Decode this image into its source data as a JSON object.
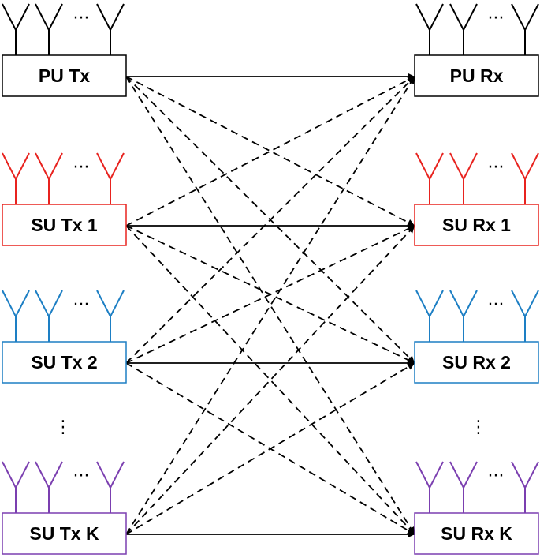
{
  "nodes": [
    {
      "id": "pu-tx",
      "label": "PU Tx",
      "color": "#000000",
      "side": "tx"
    },
    {
      "id": "su-tx-1",
      "label": "SU Tx 1",
      "color": "#e8231f",
      "side": "tx"
    },
    {
      "id": "su-tx-2",
      "label": "SU Tx 2",
      "color": "#1d7fc4",
      "side": "tx"
    },
    {
      "id": "su-tx-k",
      "label": "SU Tx K",
      "color": "#7b3fb0",
      "side": "tx"
    },
    {
      "id": "pu-rx",
      "label": "PU Rx",
      "color": "#000000",
      "side": "rx"
    },
    {
      "id": "su-rx-1",
      "label": "SU Rx 1",
      "color": "#e8231f",
      "side": "rx"
    },
    {
      "id": "su-rx-2",
      "label": "SU Rx 2",
      "color": "#1d7fc4",
      "side": "rx"
    },
    {
      "id": "su-rx-k",
      "label": "SU Rx K",
      "color": "#7b3fb0",
      "side": "rx"
    }
  ],
  "antenna_ellipsis": "···",
  "vertical_ellipsis": "⋮",
  "links": [
    {
      "from": "pu-tx",
      "to": "pu-rx",
      "style": "solid"
    },
    {
      "from": "su-tx-1",
      "to": "su-rx-1",
      "style": "solid"
    },
    {
      "from": "su-tx-2",
      "to": "su-rx-2",
      "style": "solid"
    },
    {
      "from": "su-tx-k",
      "to": "su-rx-k",
      "style": "solid"
    },
    {
      "from": "pu-tx",
      "to": "su-rx-1",
      "style": "dashed"
    },
    {
      "from": "pu-tx",
      "to": "su-rx-2",
      "style": "dashed"
    },
    {
      "from": "pu-tx",
      "to": "su-rx-k",
      "style": "dashed"
    },
    {
      "from": "su-tx-1",
      "to": "pu-rx",
      "style": "dashed"
    },
    {
      "from": "su-tx-1",
      "to": "su-rx-2",
      "style": "dashed"
    },
    {
      "from": "su-tx-1",
      "to": "su-rx-k",
      "style": "dashed"
    },
    {
      "from": "su-tx-2",
      "to": "pu-rx",
      "style": "dashed"
    },
    {
      "from": "su-tx-2",
      "to": "su-rx-1",
      "style": "dashed"
    },
    {
      "from": "su-tx-2",
      "to": "su-rx-k",
      "style": "dashed"
    },
    {
      "from": "su-tx-k",
      "to": "pu-rx",
      "style": "dashed"
    },
    {
      "from": "su-tx-k",
      "to": "su-rx-1",
      "style": "dashed"
    },
    {
      "from": "su-tx-k",
      "to": "su-rx-2",
      "style": "dashed"
    }
  ]
}
